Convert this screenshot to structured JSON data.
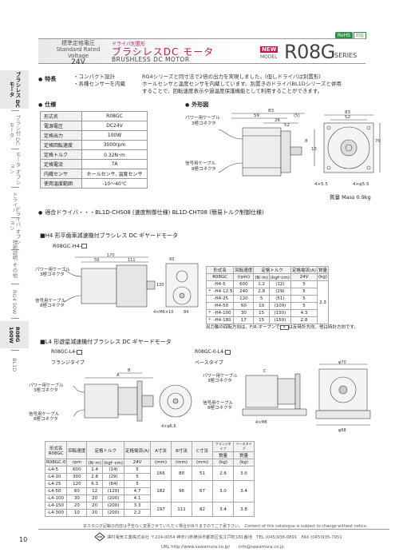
{
  "rohs": {
    "badge": "RoHS",
    "note": "対応"
  },
  "header": {
    "std_ja": "標準定格電圧",
    "std_en": "Standard Rated Voltage",
    "std_v": "24V",
    "sub": "ドライバ別置形",
    "title": "ブラシレスDC モータ",
    "title_en": "BRUSHLESS DC MOTOR",
    "new": "NEW",
    "model_label": "MODEL",
    "model": "R08G",
    "series": "SERIES"
  },
  "side_tabs": [
    {
      "label": "ブラシレス DCモータ",
      "active": true
    },
    {
      "label": "ブラシ付 DCモータ",
      "active": false
    },
    {
      "label": "モータ オプション",
      "active": false
    },
    {
      "label": "ドライバ",
      "active": false
    },
    {
      "label": "ドライバ オプション",
      "active": false
    },
    {
      "label": "技術説明 その他",
      "active": false
    },
    {
      "label": "RG4 50W",
      "active": false
    },
    {
      "label": "R08G 100W",
      "active": true
    },
    {
      "label": "BL1D",
      "active": false
    }
  ],
  "features": {
    "heading": "特長",
    "items": [
      "・コンパクト設計",
      "・各種センサーを内蔵"
    ],
    "desc1": "RG4シリーズと同寸法で2倍の出力を実現しました。(但しドライバは別置形)",
    "desc2": "ホールセンサと温度センサを内蔵しています。別置きのドライバBL1Dシリーズと併用",
    "desc3": "することで、回転速度表示や過温度保護機能として利用することができます。"
  },
  "spec": {
    "heading": "仕様",
    "rows": [
      [
        "形式名",
        "R08GC"
      ],
      [
        "電源電圧",
        "DC24V"
      ],
      [
        "定格出力",
        "100W"
      ],
      [
        "定格回転速度",
        "3000rpm"
      ],
      [
        "定格トルク",
        "0.32N･m"
      ],
      [
        "定格電流",
        "7A"
      ],
      [
        "内蔵センサ",
        "ホールセンサ, 温度センサ"
      ],
      [
        "使用温度範囲",
        "-10〜40℃"
      ]
    ]
  },
  "outline": {
    "heading": "外形図",
    "power_cable": "パワー用ケーブル",
    "power_conn": "3極コネクタ",
    "signal_cable": "信号用ケーブル",
    "signal_conn": "8極コネクタ",
    "dims": [
      "83",
      "59",
      "26",
      "(5)",
      "52",
      "8",
      "83",
      "52",
      "15",
      "70",
      "4×5.5",
      "4×φ5.5"
    ],
    "mass": "質量 Mass 0.9kg"
  },
  "drivers": {
    "heading": "適合ドライバ・・・BL1D-CHS08 (速度制御仕様) BL1D-CHT08 (簡易トルク制御仕様)"
  },
  "h4": {
    "heading": "H4 形平歯車減速機付ブラシレス DC ギヤードモータ",
    "model": "R08GC-H4-",
    "labels": [
      "パワー用ケーブル",
      "3極コネクタ",
      "信号用ケーブル",
      "8極コネクタ",
      "4×M6×10",
      "170",
      "111",
      "59",
      "93",
      "130",
      "84"
    ],
    "head": [
      "形式名",
      "回転速度",
      "定格トルク",
      "",
      "定格電流(A)",
      "質量"
    ],
    "sub": [
      "R08GC",
      "(rpm)",
      "(N･m)",
      "(kgf･cm)",
      "24V",
      "(kg)"
    ],
    "rows": [
      [
        "",
        "-H4-5",
        "600",
        "1.2",
        "(12)",
        "5"
      ],
      [
        "*",
        "-H4-12.5",
        "240",
        "2.8",
        "(29)",
        "5"
      ],
      [
        "",
        "-H4-25",
        "120",
        "5",
        "(51)",
        "5"
      ],
      [
        "",
        "-H4-50",
        "60",
        "10",
        "(100)",
        "5"
      ],
      [
        "*",
        "-H4-100",
        "30",
        "15",
        "(150)",
        "4.3"
      ],
      [
        "*",
        "-H4-180",
        "17",
        "15",
        "(150)",
        "2.8"
      ]
    ],
    "mass": "2.3",
    "note1": "出力軸の回転方向は、F/R オープンで",
    "note_mark": "*",
    "note2": "は反時計方向、他は時計方向です。"
  },
  "l4": {
    "heading": "L4 形遊星減速機付ブラシレス DC ギヤードモータ",
    "model_f": "R08GC-L4-",
    "type_f": "フランジタイプ",
    "model_b": "R08GC-0-L4-",
    "type_b": "ベースタイプ",
    "labels": [
      "パワー用ケーブル",
      "3極コネクタ",
      "信号用ケーブル",
      "8極コネクタ",
      "4×φ6.6",
      "A",
      "B",
      "C",
      "4×M6",
      "φ70",
      "φ88"
    ],
    "head": [
      "形式名",
      "回転速度",
      "定格トルク",
      "",
      "定格電流(A)",
      "A寸法",
      "B寸法",
      "C寸法",
      "フランジタイプ",
      "ベースタイプ"
    ],
    "sub0": [
      "R08GC",
      "",
      "",
      "",
      "",
      "",
      "",
      "",
      "質量",
      "質量"
    ],
    "sub": [
      "R08GC-0",
      "rpm",
      "(N･m)",
      "(kgf･cm)",
      "24V",
      "(mm)",
      "(mm)",
      "(mm)",
      "(kg)",
      "(kg)"
    ],
    "rows": [
      [
        "-L4-5",
        "600",
        "1.4",
        "(14)",
        "5"
      ],
      [
        "-L4-10",
        "300",
        "2.8",
        "(29)",
        "5"
      ],
      [
        "-L4-25",
        "120",
        "6.3",
        "(64)",
        "5"
      ],
      [
        "-L4-50",
        "60",
        "12",
        "(120)",
        "4.7"
      ],
      [
        "-L4-100",
        "30",
        "20",
        "(200)",
        "4.1"
      ],
      [
        "-L4-150",
        "20",
        "20",
        "(200)",
        "3.3"
      ],
      [
        "-L4-300",
        "10",
        "20",
        "(200)",
        "2.2"
      ]
    ],
    "groups": [
      [
        "166",
        "80",
        "51",
        "2.6",
        "3.0"
      ],
      [
        "182",
        "96",
        "67",
        "3.0",
        "3.4"
      ],
      [
        "197",
        "111",
        "82",
        "3.4",
        "3.8"
      ]
    ]
  },
  "footer": {
    "disclaimer": "本カタログ記載の内容は予告なく変更させていただく場合がありますのでご了承下さい。　Content of this catalogue is subject to change without notice.",
    "page": "10",
    "company": "澤村電気工業株式会社 〒224-0054 神奈川県横浜市都筑区佐江戸町181番地　TEL (045)938-0891　FAX (045)935-7951",
    "url": "URL  http://www.sawamura.co.jp/　　info@sawamura.co.jp"
  }
}
